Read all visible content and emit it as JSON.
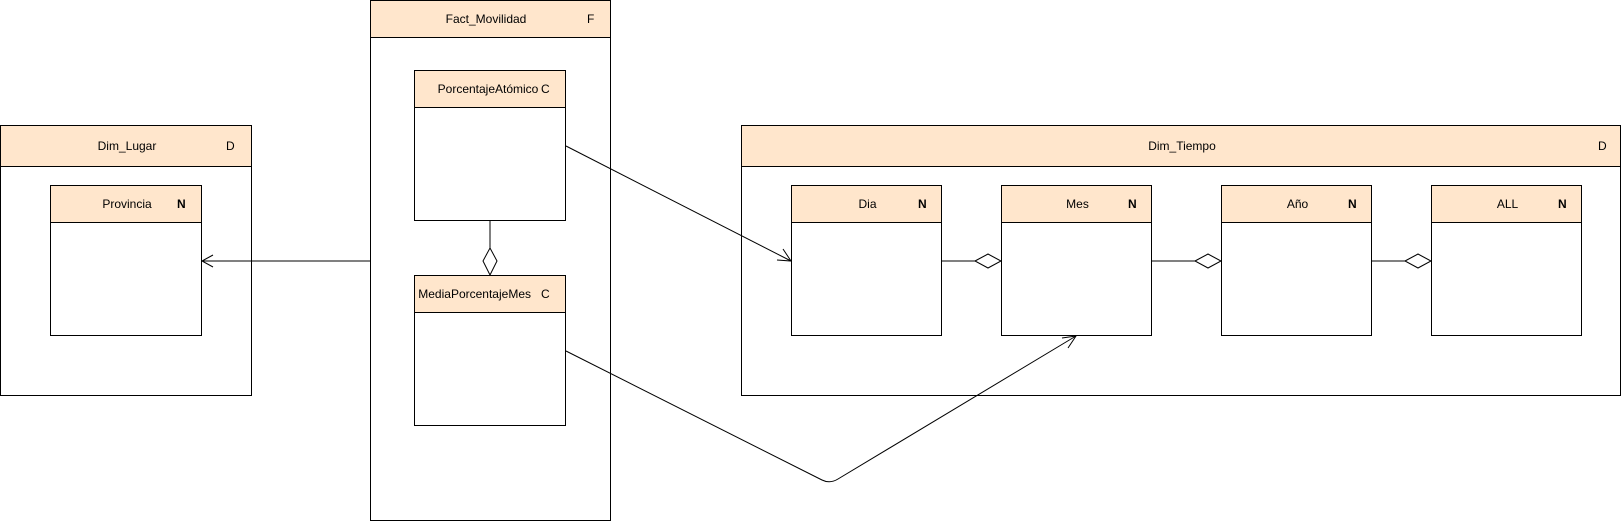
{
  "colors": {
    "header_fill": "#ffe6cc",
    "stroke": "#000000",
    "background": "#ffffff"
  },
  "fact": {
    "title": "Fact_Movilidad",
    "tag": "F"
  },
  "measures": [
    {
      "name": "PorcentajeAtómico",
      "tag": "C"
    },
    {
      "name": "MediaPorcentajeMes",
      "tag": "C"
    }
  ],
  "dim_lugar": {
    "title": "Dim_Lugar",
    "tag": "D",
    "levels": [
      {
        "name": "Provincia",
        "tag": "N"
      }
    ]
  },
  "dim_tiempo": {
    "title": "Dim_Tiempo",
    "tag": "D",
    "levels": [
      {
        "name": "Dia",
        "tag": "N"
      },
      {
        "name": "Mes",
        "tag": "N"
      },
      {
        "name": "Año",
        "tag": "N"
      },
      {
        "name": "ALL",
        "tag": "N"
      }
    ]
  }
}
